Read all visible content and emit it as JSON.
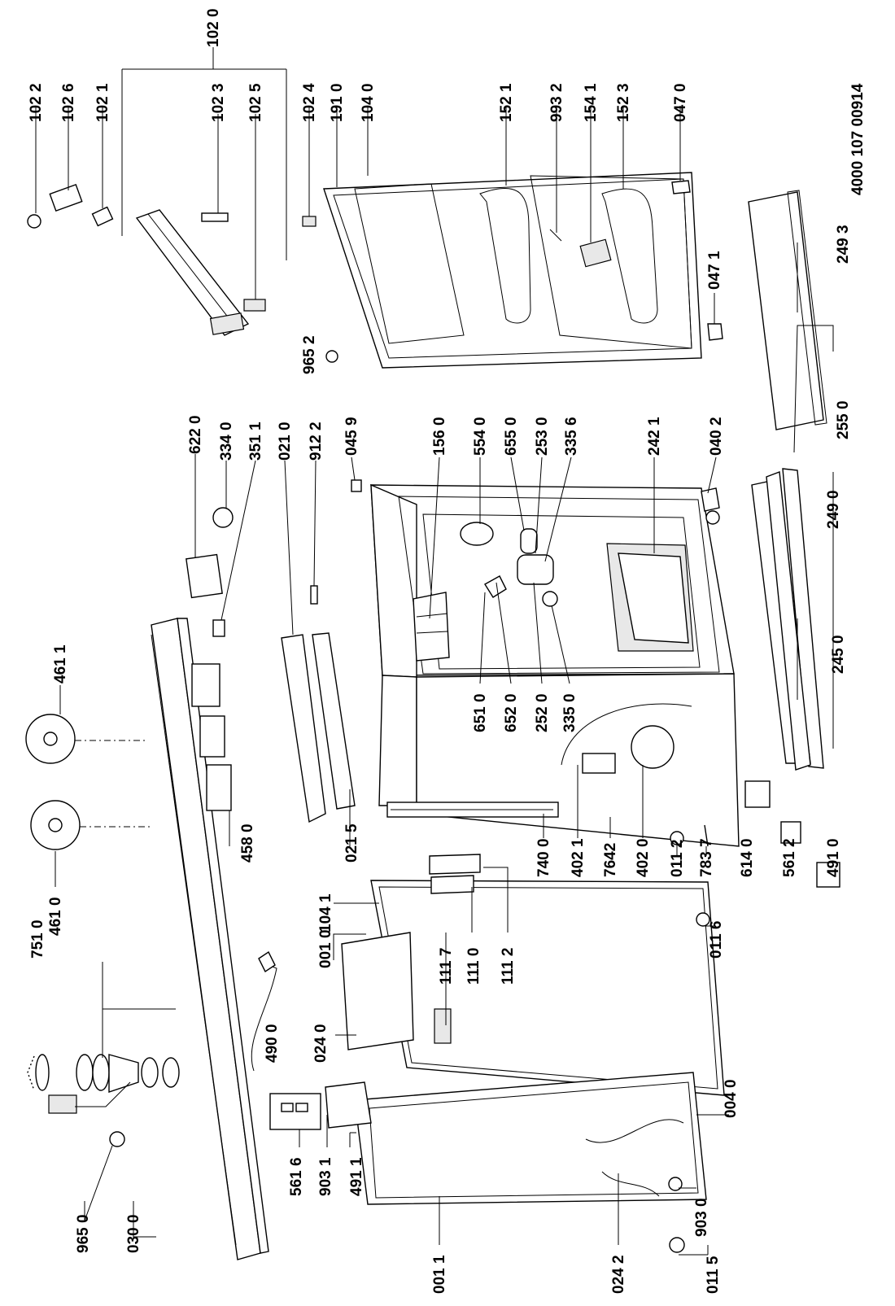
{
  "labels": {
    "p1020": "102 0",
    "p1022": "102 2",
    "p1026": "102 6",
    "p1021": "102 1",
    "p1023": "102 3",
    "p1025": "102 5",
    "p1024": "102 4",
    "p1910": "191 0",
    "p1040": "104 0",
    "p1521": "152 1",
    "p9932": "993 2",
    "p1541": "154 1",
    "p1523": "152 3",
    "p0470": "047 0",
    "p9652": "965 2",
    "p0471": "047 1",
    "p2493": "249 3",
    "p2550": "255 0",
    "p2490": "249 0",
    "p2450": "245 0",
    "p6220": "622 0",
    "p3340": "334 0",
    "p3511": "351 1",
    "p0210": "021 0",
    "p9122": "912 2",
    "p0459": "045 9",
    "p1560": "156 0",
    "p5540": "554 0",
    "p6550": "655 0",
    "p2530": "253 0",
    "p3356": "335 6",
    "p2421": "242 1",
    "p0402": "040 2",
    "p4611": "461 1",
    "p4610": "461 0",
    "p4580": "458 0",
    "p0215": "021 5",
    "p6510": "651 0",
    "p6520": "652 0",
    "p2520": "252 0",
    "p3350": "335 0",
    "p7400": "740 0",
    "p4021": "402 1",
    "p7642": "7642",
    "p4020": "402 0",
    "p0112": "011 2",
    "p7837": "783 7",
    "p6140": "614 0",
    "p5612": "561 2",
    "p4910": "491 0",
    "p7510": "751 0",
    "p1041": "104 1",
    "p0010": "001 0",
    "p1117": "111 7",
    "p1110": "111 0",
    "p1112": "111 2",
    "p0116": "011 6",
    "p4900": "490 0",
    "p0240": "024 0",
    "p9650": "965 0",
    "p0300": "030 0",
    "p5616": "561 6",
    "p9031": "903 1",
    "p4911": "491 1",
    "p0011": "001 1",
    "p0242": "024 2",
    "p0115": "011 5",
    "p0040": "004 0",
    "p9030": "903 0",
    "doc_number": "4000 107 00914"
  }
}
